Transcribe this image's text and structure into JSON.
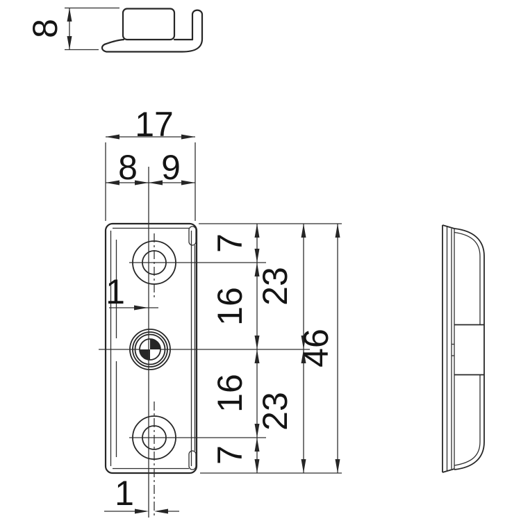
{
  "drawing": {
    "type": "technical-dimension-drawing",
    "dims": {
      "profile_height": "8",
      "plate_width": "17",
      "center_hole_from_left": "8",
      "center_hole_from_right": "9",
      "hole_offset_mid": "1",
      "hole_offset_bottom": "1",
      "top_edge_to_top_hole": "7",
      "top_hole_to_center_hole": "16",
      "center_hole_to_bottom_hole": "16",
      "bottom_hole_to_bottom_edge": "7",
      "top_edge_to_center_hole": "23",
      "center_hole_to_bottom_edge": "23",
      "plate_height": "46"
    },
    "colors": {
      "line": "#262626",
      "text": "#141414",
      "background": "#ffffff"
    }
  }
}
